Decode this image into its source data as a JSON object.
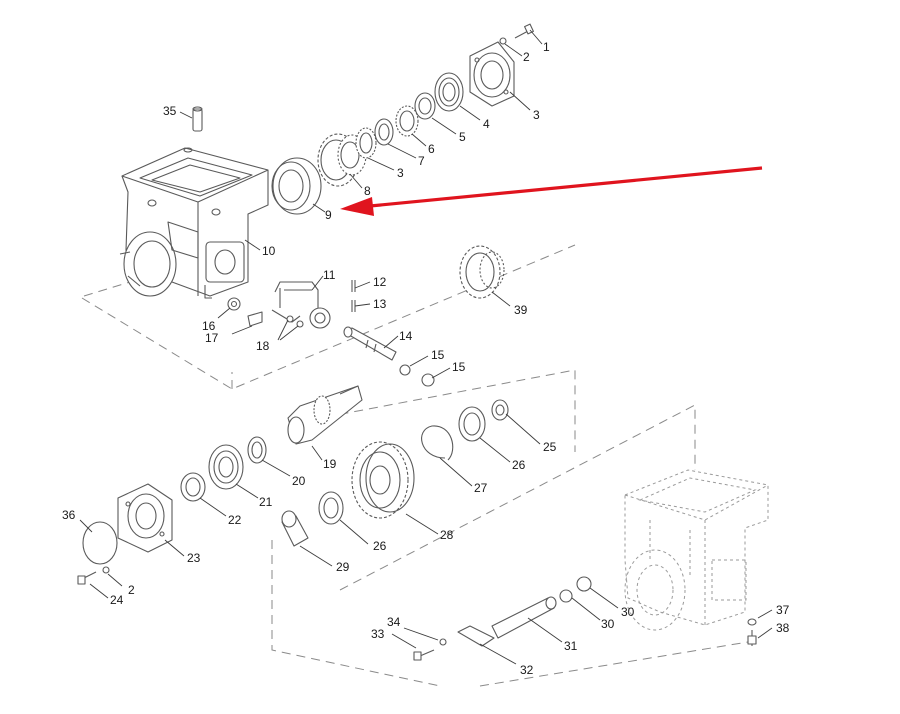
{
  "diagram": {
    "accent_color": "#e0141e",
    "highlight_arrow_target": "9",
    "callouts": [
      {
        "id": "c1",
        "label": "1"
      },
      {
        "id": "c2a",
        "label": "2"
      },
      {
        "id": "c3a",
        "label": "3"
      },
      {
        "id": "c4",
        "label": "4"
      },
      {
        "id": "c5",
        "label": "5"
      },
      {
        "id": "c6",
        "label": "6"
      },
      {
        "id": "c7",
        "label": "7"
      },
      {
        "id": "c3b",
        "label": "3"
      },
      {
        "id": "c8",
        "label": "8"
      },
      {
        "id": "c9",
        "label": "9"
      },
      {
        "id": "c35",
        "label": "35"
      },
      {
        "id": "c10",
        "label": "10"
      },
      {
        "id": "c11",
        "label": "11"
      },
      {
        "id": "c12",
        "label": "12"
      },
      {
        "id": "c13",
        "label": "13"
      },
      {
        "id": "c14",
        "label": "14"
      },
      {
        "id": "c15a",
        "label": "15"
      },
      {
        "id": "c15b",
        "label": "15"
      },
      {
        "id": "c16",
        "label": "16"
      },
      {
        "id": "c17",
        "label": "17"
      },
      {
        "id": "c18",
        "label": "18"
      },
      {
        "id": "c39",
        "label": "39"
      },
      {
        "id": "c19",
        "label": "19"
      },
      {
        "id": "c20",
        "label": "20"
      },
      {
        "id": "c21",
        "label": "21"
      },
      {
        "id": "c22",
        "label": "22"
      },
      {
        "id": "c23",
        "label": "23"
      },
      {
        "id": "c36",
        "label": "36"
      },
      {
        "id": "c2b",
        "label": "2"
      },
      {
        "id": "c24",
        "label": "24"
      },
      {
        "id": "c25",
        "label": "25"
      },
      {
        "id": "c26a",
        "label": "26"
      },
      {
        "id": "c27",
        "label": "27"
      },
      {
        "id": "c28",
        "label": "28"
      },
      {
        "id": "c26b",
        "label": "26"
      },
      {
        "id": "c29",
        "label": "29"
      },
      {
        "id": "c30a",
        "label": "30"
      },
      {
        "id": "c30b",
        "label": "30"
      },
      {
        "id": "c31",
        "label": "31"
      },
      {
        "id": "c32",
        "label": "32"
      },
      {
        "id": "c33",
        "label": "33"
      },
      {
        "id": "c34",
        "label": "34"
      },
      {
        "id": "c37",
        "label": "37"
      },
      {
        "id": "c38",
        "label": "38"
      }
    ]
  }
}
